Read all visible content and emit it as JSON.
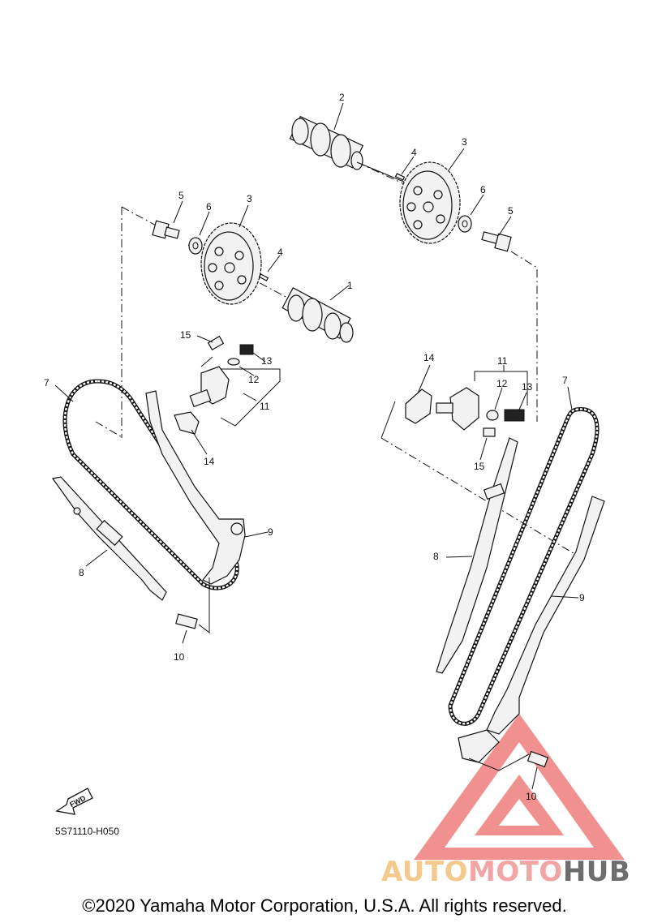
{
  "callouts": {
    "left": {
      "camshaft": "1",
      "sprocket": "3",
      "pin": "4",
      "bolt": "5",
      "washer": "6",
      "chain": "7",
      "guide": "8",
      "tensioner_guide": "9",
      "guide_bolt": "10",
      "tensioner_assy": "11",
      "tensioner_washer": "12",
      "tensioner_cap": "13",
      "gasket": "14",
      "tensioner_bolt": "15"
    },
    "right": {
      "camshaft": "2",
      "sprocket": "3",
      "pin": "4",
      "bolt": "5",
      "washer": "6",
      "chain": "7",
      "guide": "8",
      "tensioner_guide": "9",
      "guide_bolt": "10",
      "tensioner_assy": "11",
      "tensioner_washer": "12",
      "tensioner_cap": "13",
      "gasket": "14",
      "tensioner_bolt": "15"
    }
  },
  "fwd_label": "FWD",
  "diagram_code": "5S71110-H050",
  "copyright": "©2020 Yamaha Motor Corporation, U.S.A. All rights reserved.",
  "watermark": {
    "part1": "AUTO",
    "part2": "MOTO",
    "part3": "HUB",
    "colors": {
      "part1": "#f3c98e",
      "part2": "#f2a5a5",
      "part3": "#6d6d6d",
      "triangle": "#e53935"
    }
  }
}
